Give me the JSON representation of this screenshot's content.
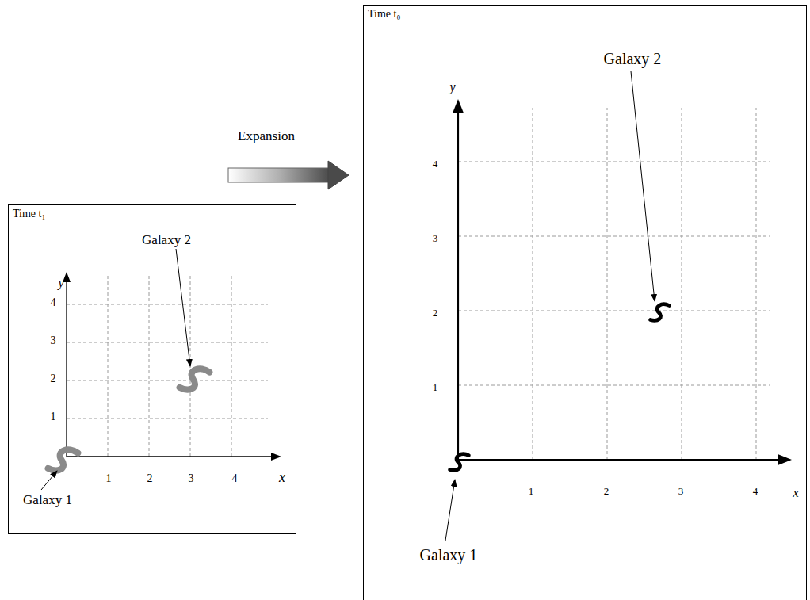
{
  "diagram": {
    "nodes": [
      {
        "text": [
          "Time t₁"
        ]
      },
      {
        "text": [
          "Time t₀"
        ]
      }
    ],
    "labels": [
      "Expansion",
      "y",
      "4",
      "3",
      "2",
      "1",
      "1",
      "2",
      "3",
      "4",
      "x",
      "Galaxy 2",
      "Galaxy 1",
      "y",
      "4",
      "3",
      "2",
      "1",
      "1",
      "2",
      "3",
      "4",
      "x",
      "Galaxy 2",
      "Galaxy 1"
    ]
  }
}
